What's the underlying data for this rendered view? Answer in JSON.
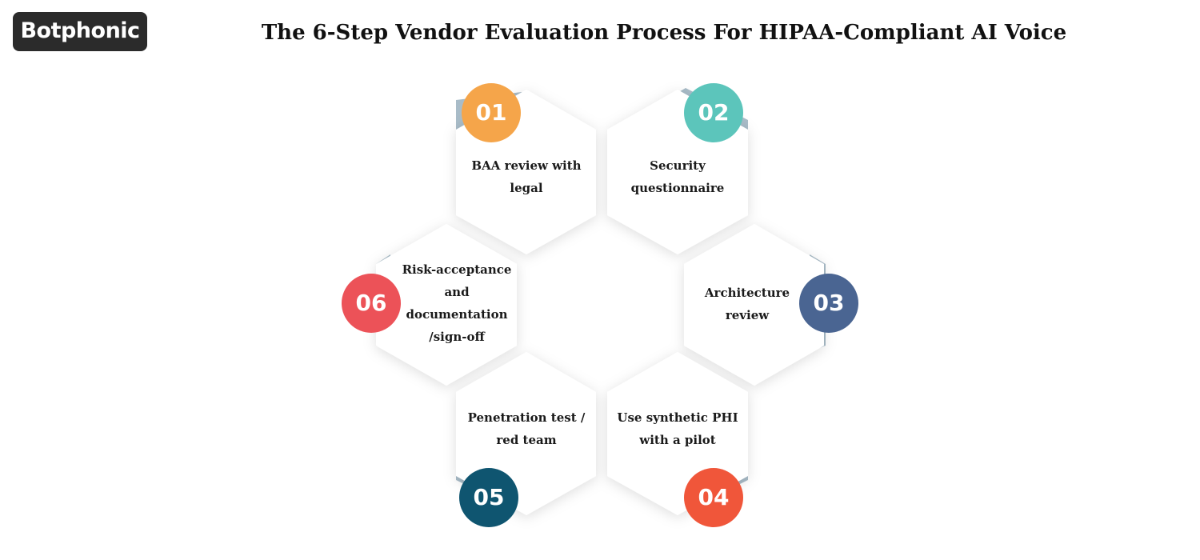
{
  "brand": {
    "logo_text": "Botphonic"
  },
  "title": "The 6-Step Vendor Evaluation Process For HIPAA-Compliant AI Voice",
  "steps": [
    {
      "number": "01",
      "text": "BAA review with legal",
      "color": "#f5a54a"
    },
    {
      "number": "02",
      "text": "Security questionnaire",
      "color": "#5cc5bb"
    },
    {
      "number": "03",
      "text": "Architecture review",
      "color": "#4a6592"
    },
    {
      "number": "04",
      "text": "Use synthetic PHI with a pilot",
      "color": "#f0563a"
    },
    {
      "number": "05",
      "text": "Penetration test / red team",
      "color": "#0f5570"
    },
    {
      "number": "06",
      "text": "Risk-acceptance and documentation /sign-off",
      "color": "#ec5258"
    }
  ],
  "colors": {
    "accent": "#a9bcc8",
    "hexagon": "#ffffff",
    "logo_bg": "#2b2b2b"
  }
}
